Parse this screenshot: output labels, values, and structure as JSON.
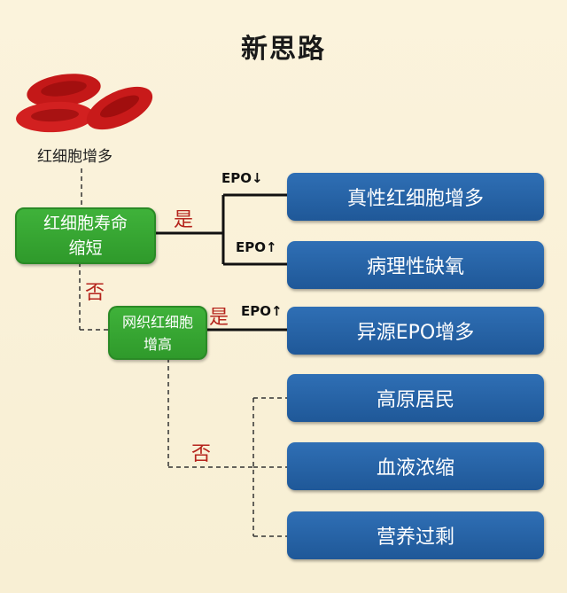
{
  "title": "新思路",
  "caption": "红细胞增多",
  "node_lifespan": [
    "红细胞寿命",
    "缩短"
  ],
  "node_reticulocyte": [
    "网织红细胞",
    "增高"
  ],
  "yes_label": "是",
  "no_label": "否",
  "epo_down": "EPO↓",
  "epo_up": "EPO↑",
  "outcomes": {
    "polycythemia_vera": "真性红细胞增多",
    "pathologic_hypoxia": "病理性缺氧",
    "ectopic_epo": "异源EPO增多",
    "highland": "高原居民",
    "hemoconcentration": "血液浓缩",
    "overnutrition": "营养过剩"
  }
}
